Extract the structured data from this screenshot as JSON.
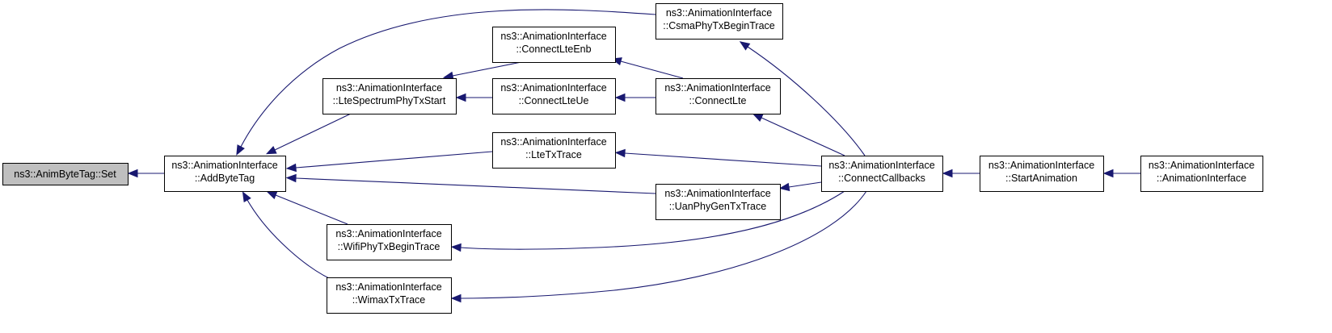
{
  "diagram": {
    "nodes": [
      {
        "id": "set",
        "lines": [
          "ns3::AnimByteTag::Set"
        ],
        "root": true
      },
      {
        "id": "addbytetag",
        "lines": [
          "ns3::AnimationInterface",
          "::AddByteTag"
        ]
      },
      {
        "id": "ltespectrum",
        "lines": [
          "ns3::AnimationInterface",
          "::LteSpectrumPhyTxStart"
        ]
      },
      {
        "id": "wifiphy",
        "lines": [
          "ns3::AnimationInterface",
          "::WifiPhyTxBeginTrace"
        ]
      },
      {
        "id": "wimax",
        "lines": [
          "ns3::AnimationInterface",
          "::WimaxTxTrace"
        ]
      },
      {
        "id": "connectlteenb",
        "lines": [
          "ns3::AnimationInterface",
          "::ConnectLteEnb"
        ]
      },
      {
        "id": "connectlteue",
        "lines": [
          "ns3::AnimationInterface",
          "::ConnectLteUe"
        ]
      },
      {
        "id": "ltetx",
        "lines": [
          "ns3::AnimationInterface",
          "::LteTxTrace"
        ]
      },
      {
        "id": "csmaphy",
        "lines": [
          "ns3::AnimationInterface",
          "::CsmaPhyTxBeginTrace"
        ]
      },
      {
        "id": "connectlte",
        "lines": [
          "ns3::AnimationInterface",
          "::ConnectLte"
        ]
      },
      {
        "id": "uanphy",
        "lines": [
          "ns3::AnimationInterface",
          "::UanPhyGenTxTrace"
        ]
      },
      {
        "id": "connectcallbacks",
        "lines": [
          "ns3::AnimationInterface",
          "::ConnectCallbacks"
        ]
      },
      {
        "id": "startanimation",
        "lines": [
          "ns3::AnimationInterface",
          "::StartAnimation"
        ]
      },
      {
        "id": "animationinterface",
        "lines": [
          "ns3::AnimationInterface",
          "::AnimationInterface"
        ]
      }
    ],
    "edges": [
      {
        "from": "addbytetag",
        "to": "set"
      },
      {
        "from": "csmaphy",
        "to": "addbytetag"
      },
      {
        "from": "ltespectrum",
        "to": "addbytetag"
      },
      {
        "from": "ltetx",
        "to": "addbytetag"
      },
      {
        "from": "uanphy",
        "to": "addbytetag"
      },
      {
        "from": "wifiphy",
        "to": "addbytetag"
      },
      {
        "from": "wimax",
        "to": "addbytetag"
      },
      {
        "from": "connectlteenb",
        "to": "ltespectrum"
      },
      {
        "from": "connectlteue",
        "to": "ltespectrum"
      },
      {
        "from": "connectlte",
        "to": "connectlteenb"
      },
      {
        "from": "connectlte",
        "to": "connectlteue"
      },
      {
        "from": "connectcallbacks",
        "to": "csmaphy"
      },
      {
        "from": "connectcallbacks",
        "to": "connectlte"
      },
      {
        "from": "connectcallbacks",
        "to": "ltetx"
      },
      {
        "from": "connectcallbacks",
        "to": "uanphy"
      },
      {
        "from": "connectcallbacks",
        "to": "wifiphy"
      },
      {
        "from": "connectcallbacks",
        "to": "wimax"
      },
      {
        "from": "startanimation",
        "to": "connectcallbacks"
      },
      {
        "from": "animationinterface",
        "to": "startanimation"
      }
    ]
  }
}
